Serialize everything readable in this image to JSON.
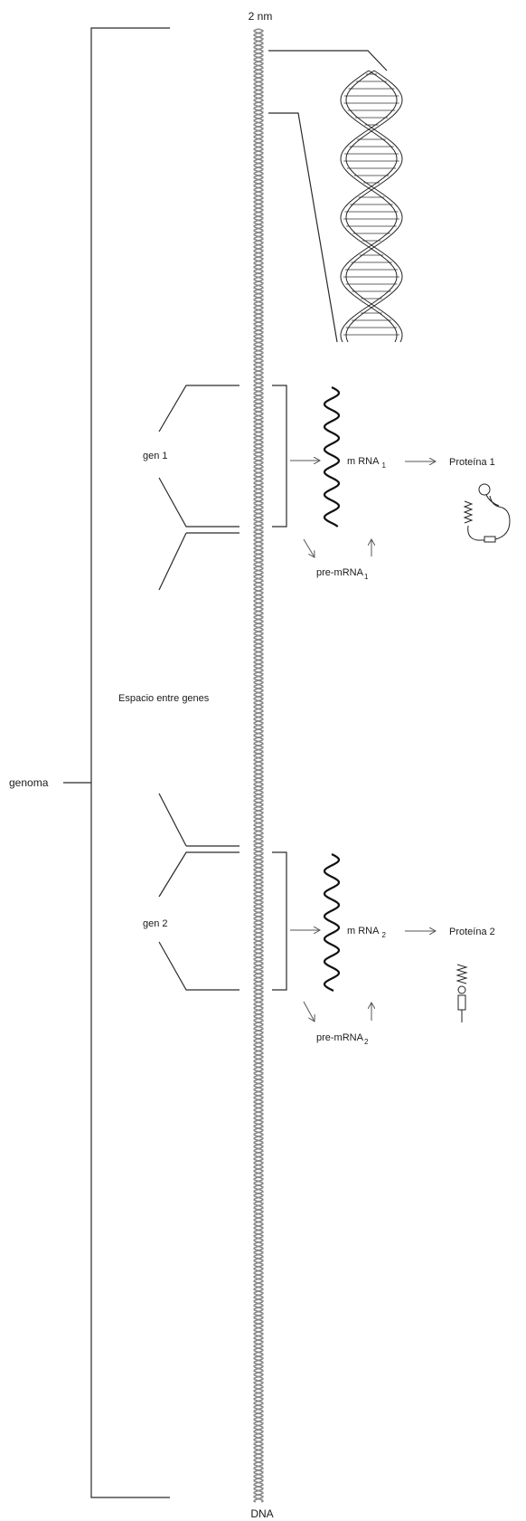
{
  "labels": {
    "scale": "2 nm",
    "dna": "DNA",
    "genome": "genoma",
    "spacer": "Espacio entre genes",
    "gene1": "gen  1",
    "gene2": "gen 2",
    "mrna1_main": "m RNA",
    "mrna1_sub": "1",
    "premrna1_main": "pre-mRNA",
    "premrna1_sub": "1",
    "protein1": "Proteína 1",
    "mrna2_main": "m RNA",
    "mrna2_sub": "2",
    "premrna2_main": "pre-mRNA",
    "premrna2_sub": "2",
    "protein2": "Proteína 2"
  },
  "colors": {
    "dna_strand": "#8a8a8a",
    "line": "#2a2a2a",
    "arrow": "#555555"
  }
}
